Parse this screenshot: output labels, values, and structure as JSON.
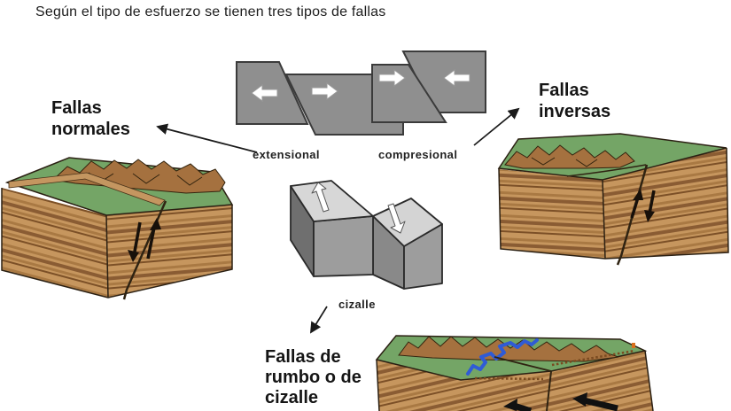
{
  "title": "Según el tipo de esfuerzo se tienen tres tipos de fallas",
  "labels": {
    "fallas_normales": "Fallas\nnormales",
    "fallas_inversas": "Fallas\ninversas",
    "fallas_rumbo": "Fallas de\nrumbo o de\ncizalle",
    "extensional": "extensional",
    "compresional": "compresional",
    "cizalle": "cizalle"
  },
  "colors": {
    "background": "#ffffff",
    "text": "#1a1a1a",
    "stress_block_gray": "#8f8f8f",
    "stress_block_top_gray": "#d4d4d4",
    "terrain_green": "#74a566",
    "strata_tan": "#c6965e",
    "strata_dark_brown": "#8a5c33",
    "mountain_brown": "#a5713f",
    "river_blue": "#2f5bd6",
    "outline_dark": "#2b2013"
  }
}
